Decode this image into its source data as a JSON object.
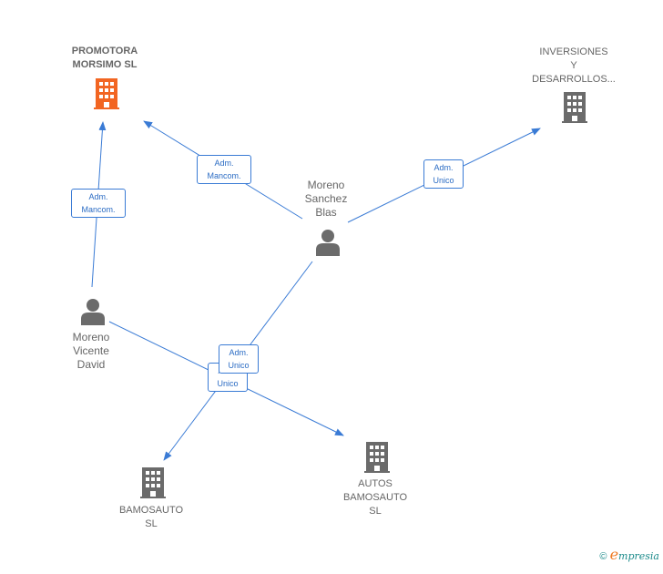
{
  "nodes": {
    "promotora": {
      "line1": "PROMOTORA",
      "line2": "MORSIMO  SL",
      "icon": "building-icon",
      "color": "#f26522"
    },
    "inversiones": {
      "line1": "INVERSIONES",
      "line2": "Y",
      "line3": "DESARROLLOS...",
      "icon": "building-icon"
    },
    "moreno_sanchez": {
      "line1": "Moreno",
      "line2": "Sanchez",
      "line3": "Blas",
      "icon": "person-icon"
    },
    "moreno_vicente": {
      "line1": "Moreno",
      "line2": "Vicente",
      "line3": "David",
      "icon": "person-icon"
    },
    "bamosauto": {
      "line1": "BAMOSAUTO",
      "line2": "SL",
      "icon": "building-icon"
    },
    "autos_bamosauto": {
      "line1": "AUTOS",
      "line2": "BAMOSAUTO",
      "line3": "SL",
      "icon": "building-icon"
    }
  },
  "edges": {
    "e1": {
      "line1": "Adm.",
      "line2": "Mancom."
    },
    "e2": {
      "line1": "Adm.",
      "line2": "Mancom."
    },
    "e3": {
      "line1": "Adm.",
      "line2": "Unico"
    },
    "e4": {
      "line1": "Adm.",
      "line2": "Unico"
    },
    "e5": {
      "line1": "Adm.",
      "line2": "Unico"
    }
  },
  "colors": {
    "edge": "#3a7bd5",
    "icon_gray": "#6b6b6b",
    "highlight": "#f26522"
  },
  "brand": {
    "copyright": "©",
    "e": "e",
    "rest": "mpresia"
  }
}
